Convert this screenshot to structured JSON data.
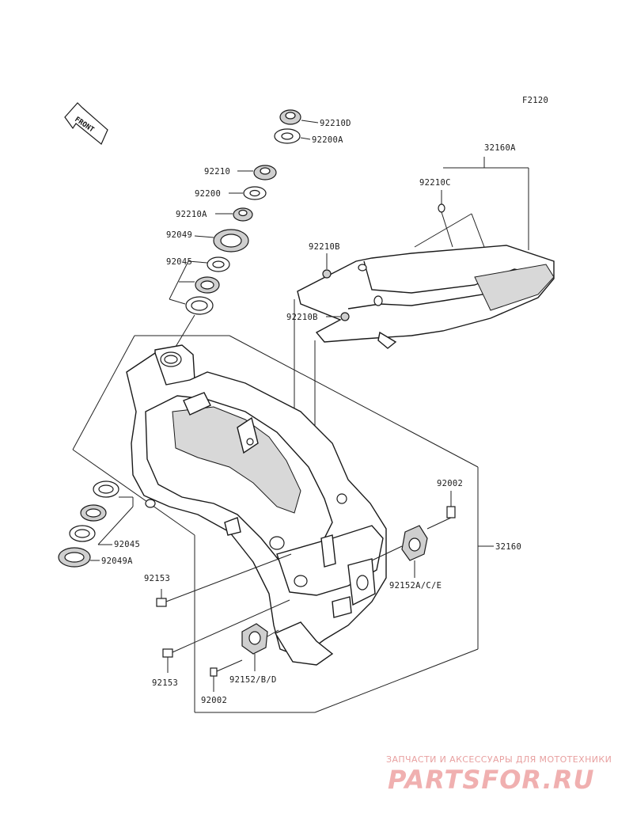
{
  "page_code": "F2120",
  "front_label": "FRONT",
  "callouts": {
    "p92210D": "92210D",
    "p92200A": "92200A",
    "p92210": "92210",
    "p92200": "92200",
    "p92210A": "92210A",
    "p92049": "92049",
    "p92045_top": "92045",
    "p32160A": "32160A",
    "p92210C": "92210C",
    "p92210B_1": "92210B",
    "p92210B_2": "92210B",
    "p92045_bottom": "92045",
    "p92049A": "92049A",
    "p92002_right": "92002",
    "p32160": "32160",
    "p92152ACE": "92152A/C/E",
    "p92153_1": "92153",
    "p92153_2": "92153",
    "p92152BD": "92152/B/D",
    "p92002_bottom": "92002"
  },
  "watermark": {
    "tagline": "ЗАПЧАСТИ И АКСЕССУАРЫ ДЛЯ МОТОТЕХНИКИ",
    "brand": "PARTSFOR.RU"
  }
}
